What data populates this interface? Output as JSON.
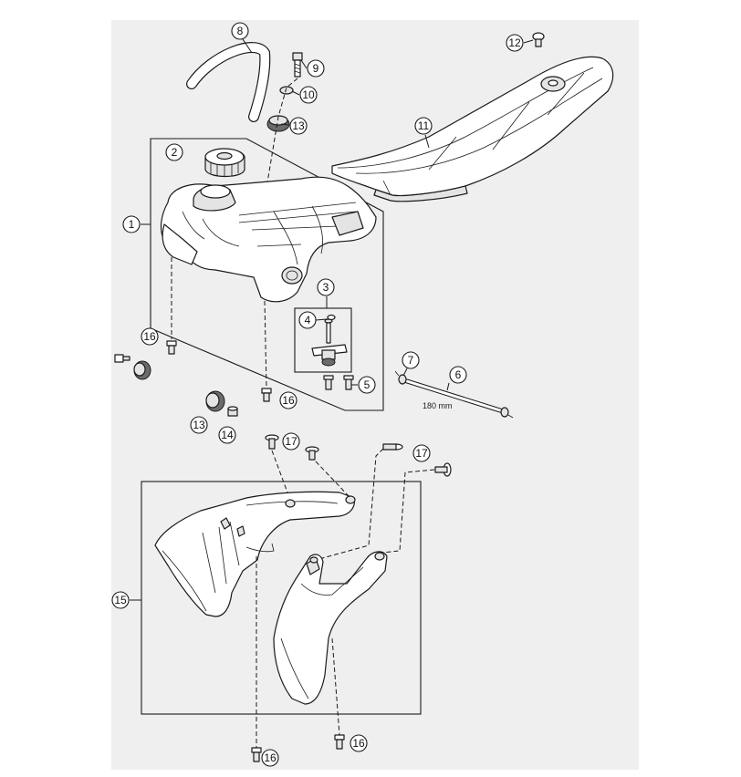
{
  "callouts": [
    {
      "id": "c1",
      "label": "1"
    },
    {
      "id": "c2",
      "label": "2"
    },
    {
      "id": "c3",
      "label": "3"
    },
    {
      "id": "c4",
      "label": "4"
    },
    {
      "id": "c5",
      "label": "5"
    },
    {
      "id": "c6",
      "label": "6"
    },
    {
      "id": "c7",
      "label": "7"
    },
    {
      "id": "c8",
      "label": "8"
    },
    {
      "id": "c9",
      "label": "9"
    },
    {
      "id": "c10",
      "label": "10"
    },
    {
      "id": "c11",
      "label": "11"
    },
    {
      "id": "c12",
      "label": "12"
    },
    {
      "id": "c13a",
      "label": "13"
    },
    {
      "id": "c13b",
      "label": "13"
    },
    {
      "id": "c14",
      "label": "14"
    },
    {
      "id": "c15",
      "label": "15"
    },
    {
      "id": "c16a",
      "label": "16"
    },
    {
      "id": "c16b",
      "label": "16"
    },
    {
      "id": "c16c",
      "label": "16"
    },
    {
      "id": "c16d",
      "label": "16"
    },
    {
      "id": "c17a",
      "label": "17"
    },
    {
      "id": "c17b",
      "label": "17"
    }
  ],
  "dimension_label": "180 mm"
}
